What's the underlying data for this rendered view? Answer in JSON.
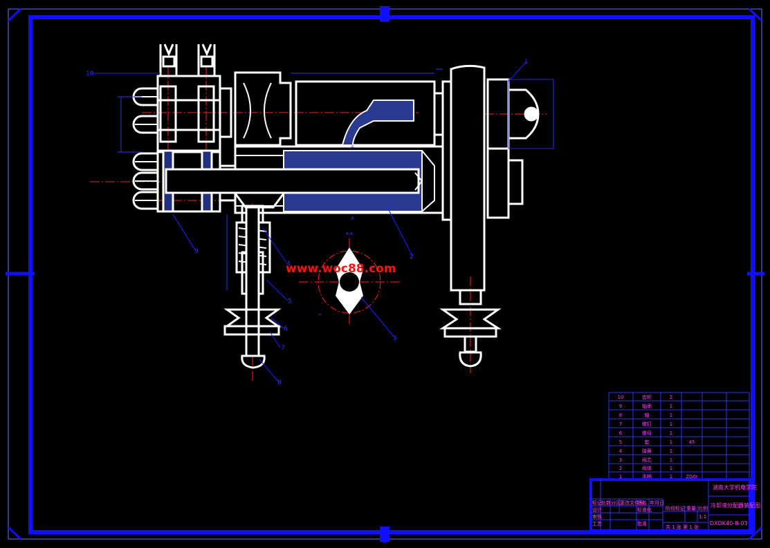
{
  "watermark": "www.woc88.com",
  "colors": {
    "background": "#000000",
    "frame": "#1010ff",
    "part": "#ffffff",
    "centerline": "#ff2020",
    "dimension": "#2020ff",
    "title_text": "#ff40ff",
    "watermark": "#ff1010"
  },
  "callouts": [
    "1",
    "2",
    "3",
    "4",
    "5",
    "6",
    "7",
    "8",
    "9",
    "10"
  ],
  "section_marks": [
    "A",
    "A",
    "A-A"
  ],
  "parts_list": {
    "rows": [
      {
        "no": "10",
        "name": "齿轮",
        "qty": "2",
        "note": ""
      },
      {
        "no": "9",
        "name": "轴承",
        "qty": "1",
        "note": ""
      },
      {
        "no": "8",
        "name": "轴",
        "qty": "1",
        "note": ""
      },
      {
        "no": "7",
        "name": "螺钉",
        "qty": "1",
        "note": ""
      },
      {
        "no": "6",
        "name": "螺母",
        "qty": "1",
        "note": ""
      },
      {
        "no": "5",
        "name": "套",
        "qty": "1",
        "note": "45"
      },
      {
        "no": "4",
        "name": "弹簧",
        "qty": "1",
        "note": ""
      },
      {
        "no": "3",
        "name": "阀芯",
        "qty": "1",
        "note": ""
      },
      {
        "no": "2",
        "name": "阀体",
        "qty": "1",
        "note": ""
      },
      {
        "no": "1",
        "name": "手柄",
        "qty": "1",
        "note": "ZG0r"
      }
    ]
  },
  "title_block": {
    "school": "湖南大学机电学院",
    "drawing_name": "冷却液分配器装配图",
    "drawing_code": "DXDK40-Ⅲ-03",
    "sheet_info": "共 1 张  第 1 张",
    "scale": "1:1",
    "labels": [
      "标记",
      "处数",
      "分区",
      "更改文件号",
      "签名",
      "年月日",
      "设计",
      "标准化",
      "阶段标记",
      "重量",
      "比例",
      "审核",
      "工艺",
      "批准"
    ]
  }
}
